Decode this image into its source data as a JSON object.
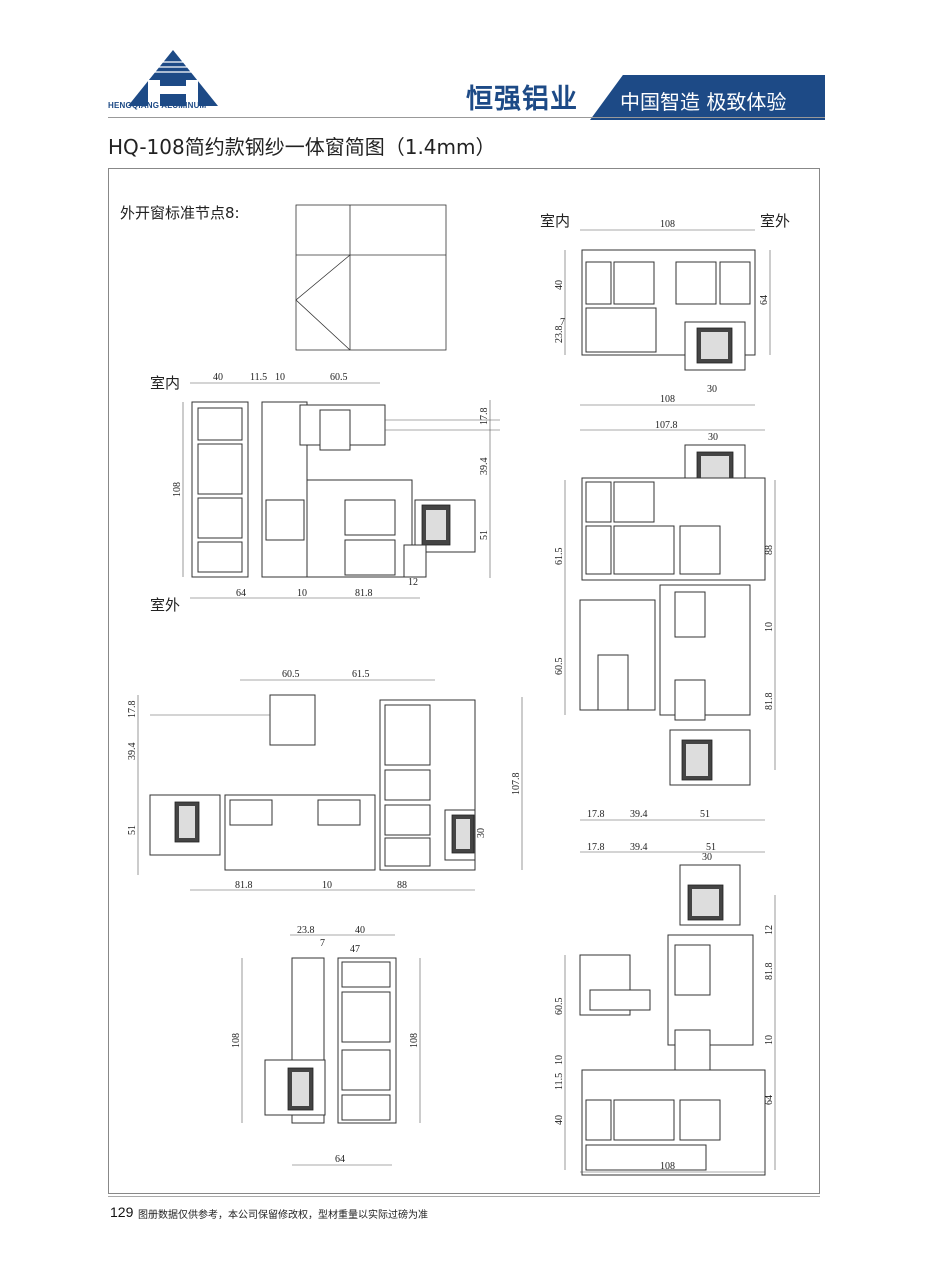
{
  "header": {
    "logo_text": "HENGQIANG ALUMINUM",
    "brand": "恒强铝业",
    "slogan": "中国智造 极致体验"
  },
  "title": "HQ-108简约款钢纱一体窗简图（1.4mm）",
  "schematic_label": "外开窗标准节点8:",
  "drawing_a": {
    "interior": "室内",
    "exterior": "室外",
    "top": [
      "40",
      "11.5",
      "10",
      "60.5"
    ],
    "right": [
      "17.8",
      "39.4",
      "51"
    ],
    "left": [
      "108"
    ],
    "bottom": [
      "64",
      "10",
      "81.8",
      "12"
    ]
  },
  "drawing_b": {
    "top": [
      "60.5",
      "61.5"
    ],
    "left": [
      "17.8",
      "39.4",
      "51"
    ],
    "right": [
      "107.8",
      "30"
    ],
    "bottom": [
      "81.8",
      "10",
      "88"
    ]
  },
  "drawing_c": {
    "top": [
      "23.8",
      "40",
      "7",
      "47"
    ],
    "left": [
      "108"
    ],
    "right": [
      "108"
    ],
    "bottom": [
      "64"
    ]
  },
  "drawing_d": {
    "interior": "室内",
    "exterior": "室外",
    "top": [
      "108"
    ],
    "left": [
      "40",
      "23.8",
      "7"
    ],
    "right": [
      "64"
    ],
    "bottom": [
      "30",
      "108"
    ]
  },
  "drawing_e": {
    "top": [
      "107.8",
      "30"
    ],
    "left": [
      "61.5",
      "60.5"
    ],
    "right": [
      "88",
      "10",
      "81.8"
    ],
    "bottom": [
      "17.8",
      "39.4",
      "51"
    ]
  },
  "drawing_f": {
    "top": [
      "17.8",
      "39.4",
      "51",
      "30"
    ],
    "right": [
      "12",
      "81.8",
      "10",
      "64"
    ],
    "left": [
      "60.5",
      "10",
      "11.5",
      "40"
    ],
    "bottom": [
      "108"
    ]
  },
  "footer": {
    "page": "129",
    "note": "图册数据仅供参考，本公司保留修改权，型材重量以实际过磅为准"
  },
  "colors": {
    "brand": "#1d4a86"
  }
}
